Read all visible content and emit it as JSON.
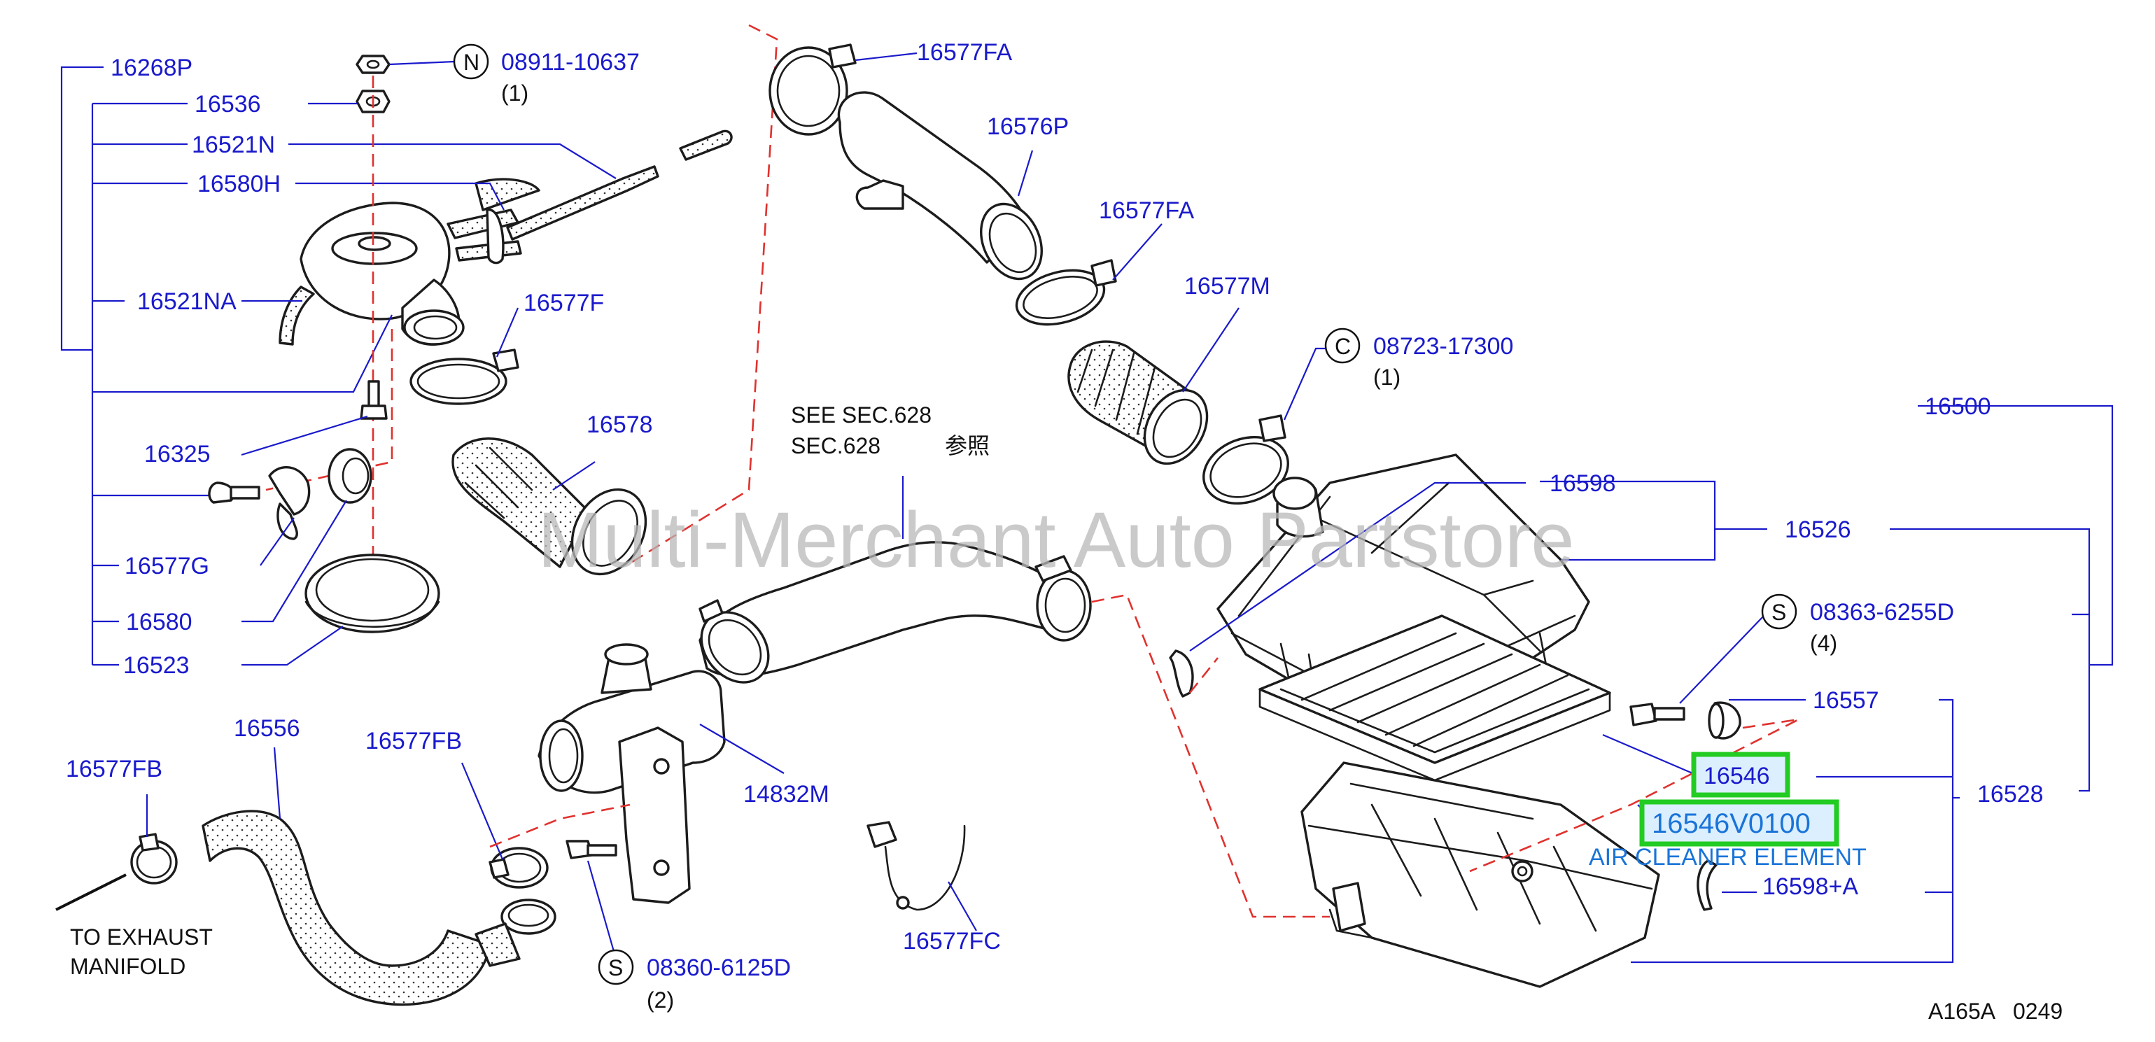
{
  "watermark": "Multi-Merchant Auto Partstore",
  "diagram_code": "A165A   0249",
  "labels": {
    "p16268P": "16268P",
    "p16536": "16536",
    "p16521N": "16521N",
    "p16580H": "16580H",
    "p16521NA": "16521NA",
    "p16577F": "16577F",
    "p16325": "16325",
    "p16578": "16578",
    "p16577G": "16577G",
    "p16580": "16580",
    "p16523": "16523",
    "p16577FA_top": "16577FA",
    "p16576P": "16576P",
    "p16577FA_mid": "16577FA",
    "p16577M": "16577M",
    "p16598": "16598",
    "p16526": "16526",
    "p16500": "16500",
    "p16557": "16557",
    "p16546": "16546",
    "p16546V0100": "16546V0100",
    "p16528": "16528",
    "p16598A": "16598+A",
    "p16556": "16556",
    "p16577FB_left": "16577FB",
    "p16577FB_mid": "16577FB",
    "p14832M": "14832M",
    "p16577FC": "16577FC"
  },
  "callouts": {
    "n": {
      "letter": "N",
      "part": "08911-10637",
      "qty": "(1)"
    },
    "c": {
      "letter": "C",
      "part": "08723-17300",
      "qty": "(1)"
    },
    "s1": {
      "letter": "S",
      "part": "08363-6255D",
      "qty": "(4)"
    },
    "s2": {
      "letter": "S",
      "part": "08360-6125D",
      "qty": "(2)"
    }
  },
  "notes": {
    "see_line1": "SEE   SEC.628",
    "see_line2": "SEC.628",
    "see_jp": "参照",
    "air_cleaner": "AIR CLEANER ELEMENT",
    "exhaust_line1": "TO   EXHAUST",
    "exhaust_line2": "MANIFOLD"
  },
  "colors": {
    "label_blue": "#1a1acc",
    "highlight_green": "#22cc22",
    "highlight_fill": "#dcefff",
    "leader_dash_red": "#e0322e",
    "watermark_gray": "#b8b8b8"
  }
}
